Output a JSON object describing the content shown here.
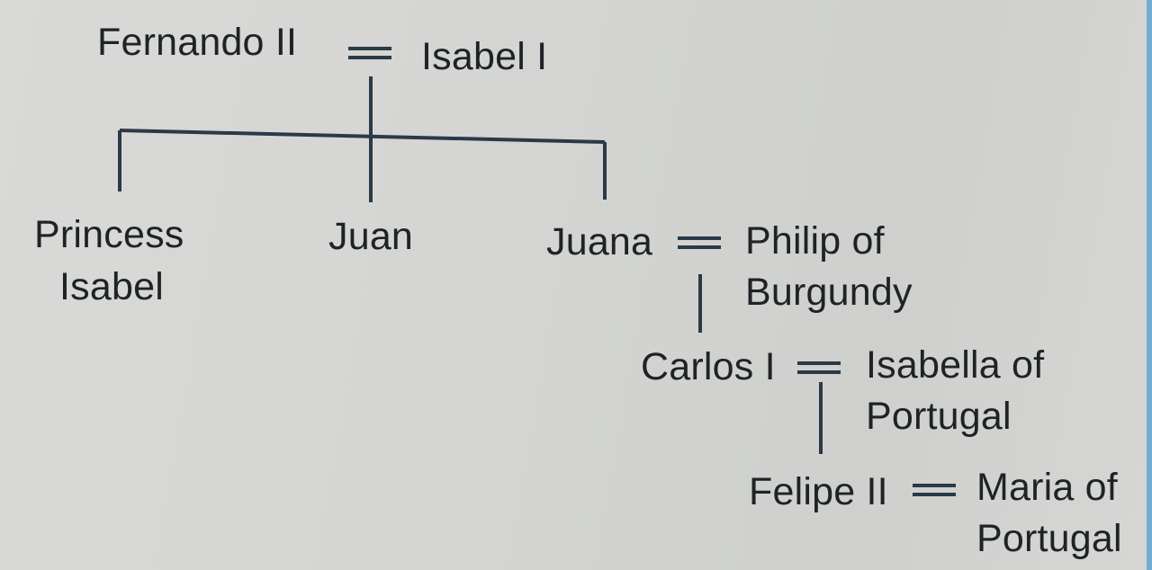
{
  "tree": {
    "root": {
      "husband": "Fernando II",
      "wife": "Isabel I"
    },
    "children": [
      {
        "name_line1": "Princess",
        "name_line2": "Isabel"
      },
      {
        "name_line1": "Juan"
      },
      {
        "name_line1": "Juana",
        "spouse_line1": "Philip of",
        "spouse_line2": "Burgundy"
      }
    ],
    "gen3": {
      "name": "Carlos I",
      "spouse_line1": "Isabella of",
      "spouse_line2": "Portugal"
    },
    "gen4": {
      "name": "Felipe II",
      "spouse_line1": "Maria of",
      "spouse_line2": "Portugal"
    }
  },
  "colors": {
    "line": "#2a3a46",
    "text": "#1e2326"
  }
}
